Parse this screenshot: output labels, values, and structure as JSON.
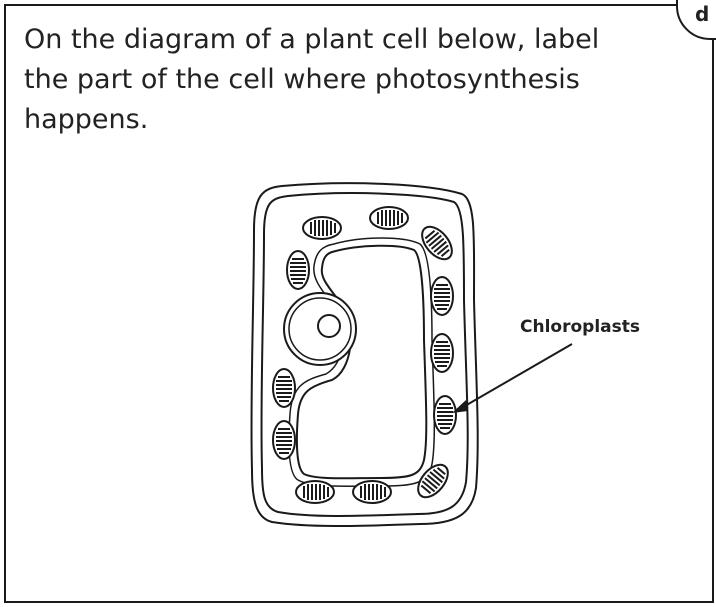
{
  "question": {
    "text": "On the diagram of a plant cell below, label the part of the cell where photosynthesis happens."
  },
  "badge": {
    "letter": "d"
  },
  "diagram": {
    "label": "Chloroplasts"
  }
}
